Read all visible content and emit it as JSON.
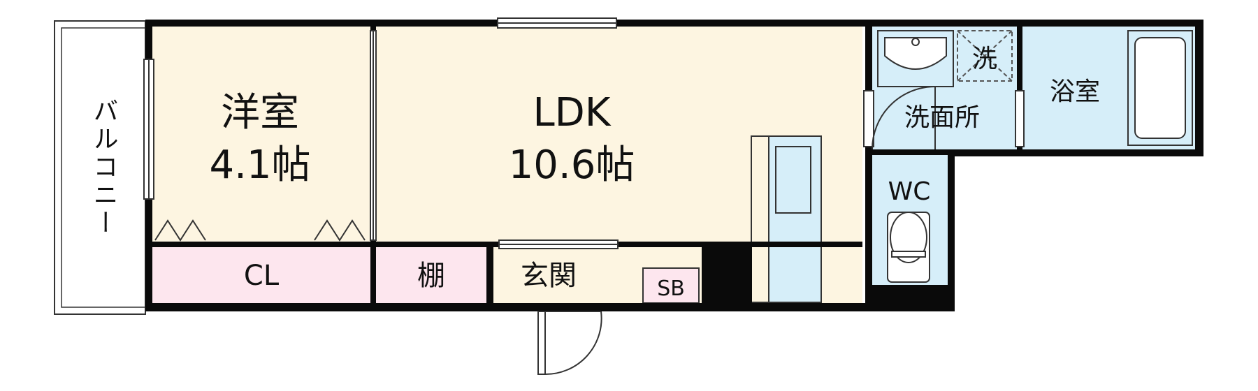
{
  "colors": {
    "wall": "#0a0a0a",
    "floor_cream": "#fdf5e1",
    "storage_pink": "#fde6ee",
    "wet_blue": "#d6eef9",
    "fixture_stroke": "#222222"
  },
  "rooms": {
    "western_room": {
      "name": "洋室",
      "size": "4.1帖"
    },
    "ldk": {
      "name": "LDK",
      "size": "10.6帖"
    },
    "closet": "CL",
    "shelf": "棚",
    "entrance": "玄関",
    "shoe_box": "SB",
    "washroom": "洗面所",
    "washer": "洗",
    "bathroom": "浴室",
    "toilet": "WC",
    "balcony": "バルコニー"
  }
}
